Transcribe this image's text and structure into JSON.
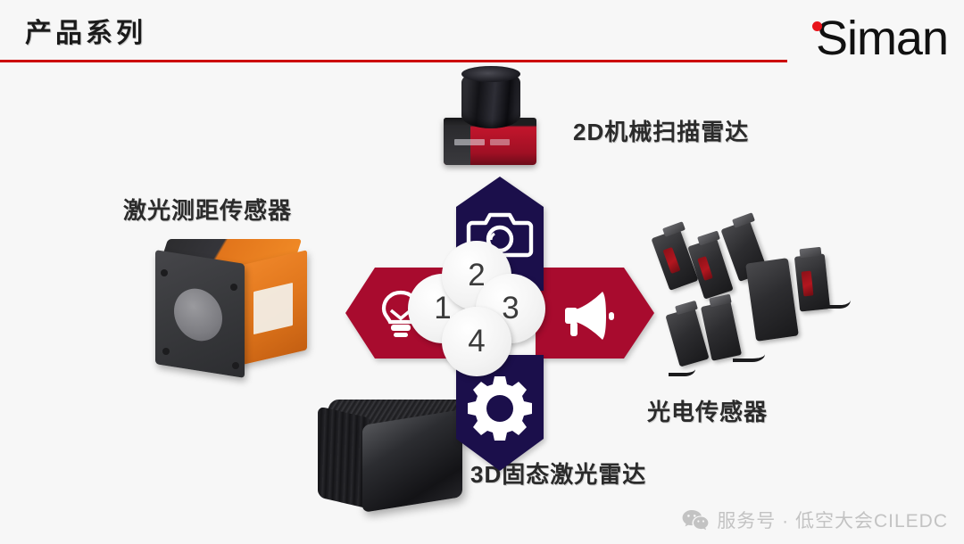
{
  "header": {
    "title": "产品系列",
    "brand": "Siman",
    "rule_color": "#cc0000",
    "brand_dot_color": "#e8131a"
  },
  "diagram": {
    "colors": {
      "crimson": "#a80b2e",
      "navy": "#1b0f4b",
      "circle_fill": "#f1f1f1",
      "number_color": "#3b3b3b"
    },
    "segments": [
      {
        "number": "1",
        "icon": "lightbulb-icon",
        "direction": "left",
        "color": "#a80b2e"
      },
      {
        "number": "2",
        "icon": "camera-icon",
        "direction": "up",
        "color": "#1b0f4b"
      },
      {
        "number": "3",
        "icon": "megaphone-icon",
        "direction": "right",
        "color": "#a80b2e"
      },
      {
        "number": "4",
        "icon": "gear-icon",
        "direction": "down",
        "color": "#1b0f4b"
      }
    ]
  },
  "products": [
    {
      "id": "lidar-2d",
      "label": "2D机械扫描雷达"
    },
    {
      "id": "laser-ranging",
      "label": "激光测距传感器"
    },
    {
      "id": "photoelectric",
      "label": "光电传感器"
    },
    {
      "id": "lidar-3d",
      "label": "3D固态激光雷达"
    }
  ],
  "watermark": {
    "icon": "wechat-icon",
    "text": "服务号 · 低空大会CILEDC",
    "color": "#c3c3c3"
  }
}
